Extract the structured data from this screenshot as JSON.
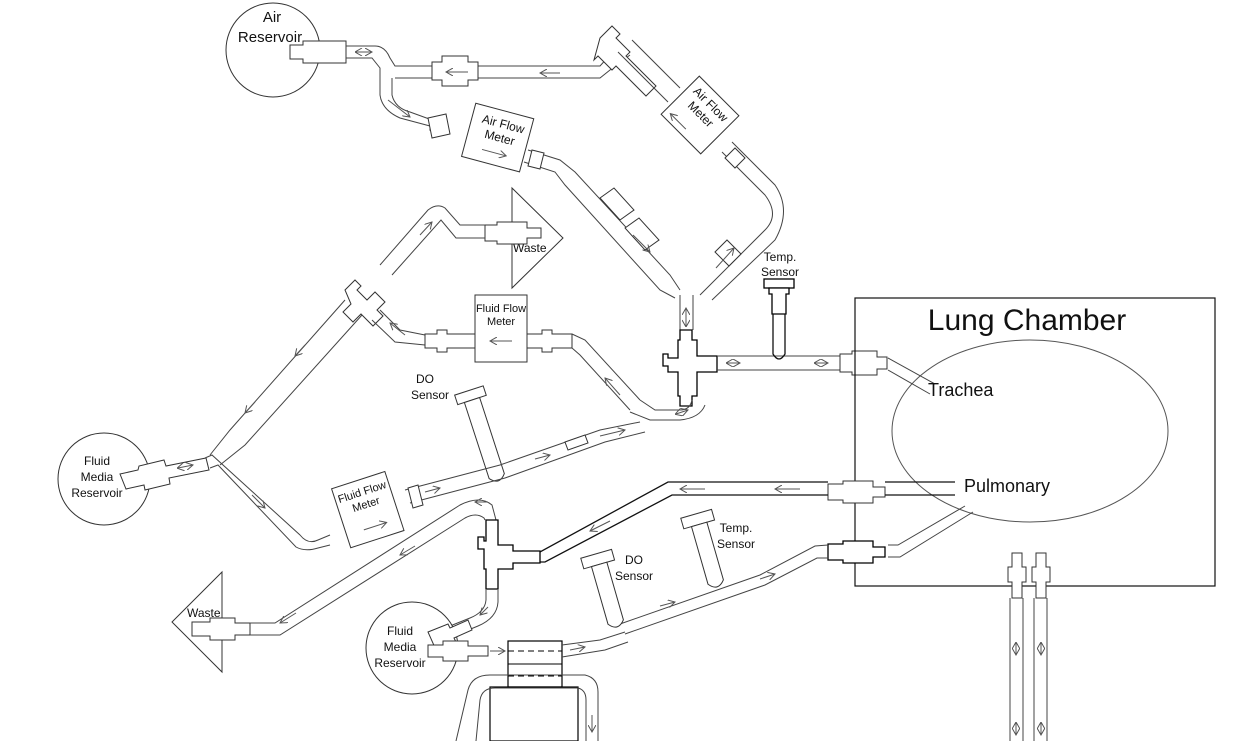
{
  "diagram": {
    "title": "Lung Chamber",
    "components": {
      "air_reservoir": [
        "Air",
        "Reservoir"
      ],
      "air_flow_meter_1": [
        "Air Flow",
        "Meter"
      ],
      "air_flow_meter_2": [
        "Air Flow",
        "Meter"
      ],
      "waste_top": "Waste",
      "fluid_flow_meter_top": [
        "Fluid Flow",
        "Meter"
      ],
      "do_sensor_top": [
        "DO",
        "Sensor"
      ],
      "temp_sensor_top": [
        "Temp.",
        "Sensor"
      ],
      "fluid_reservoir_left": [
        "Fluid",
        "Media",
        "Reservoir"
      ],
      "fluid_flow_meter_bottom": [
        "Fluid Flow",
        "Meter"
      ],
      "waste_bottom": "Waste",
      "fluid_reservoir_bottom": [
        "Fluid",
        "Media",
        "Reservoir"
      ],
      "do_sensor_bottom": [
        "DO",
        "Sensor"
      ],
      "temp_sensor_bottom": [
        "Temp.",
        "Sensor"
      ],
      "trachea": "Trachea",
      "pulmonary": "Pulmonary"
    },
    "colors": {
      "line": "#333333",
      "background": "#ffffff",
      "text": "#111111"
    }
  }
}
